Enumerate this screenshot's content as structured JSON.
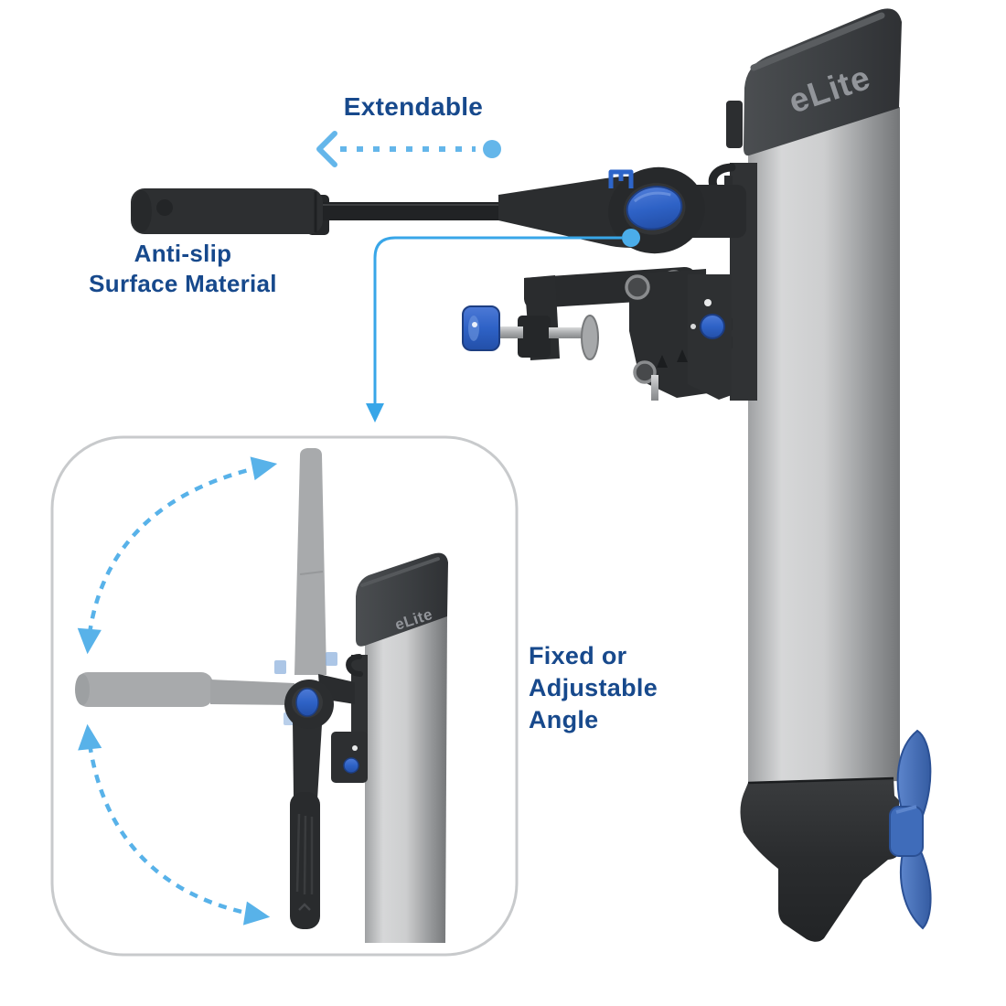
{
  "product": {
    "brand_logo_main": "eLite",
    "brand_logo_inset": "eLite"
  },
  "callouts": {
    "extendable": {
      "label": "Extendable"
    },
    "anti_slip": {
      "line1": "Anti-slip",
      "line2": "Surface Material"
    },
    "fixed_angle": {
      "line1": "Fixed or",
      "line2": "Adjustable",
      "line3": "Angle"
    }
  },
  "annotations": {
    "extendable_arrow": "dashed-left-arrow-with-dot",
    "callout_connector": "elbow-line-with-down-arrow",
    "rotation_arrow_upper": "curved-dashed-double-arrow",
    "rotation_arrow_lower": "curved-dashed-double-arrow"
  },
  "colors": {
    "label_text": "#17498C",
    "annotation_blue": "#5BB3E9",
    "knob_blue": "#2E62C6",
    "propeller_blue": "#4170BE",
    "inset_border": "#C8CACC",
    "ghost_gray": "#A8AAAC",
    "body_silver": "#C9CACC",
    "part_black": "#2A2C2E"
  }
}
